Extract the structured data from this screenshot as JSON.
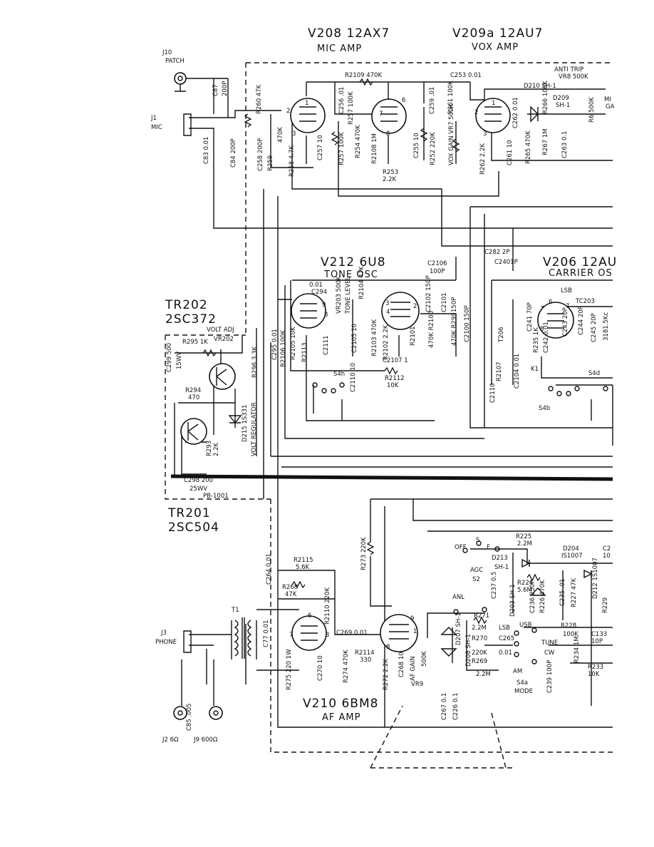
{
  "headings": {
    "v208_title": "V208 12AX7",
    "v208_sub": "MIC AMP",
    "v209_title": "V209a 12AU7",
    "v209_sub": "VOX AMP",
    "v212_title": "V212 6U8",
    "v212_sub": "TONE OSC",
    "v206_title": "V206 12AU",
    "v206_sub": "CARRIER OS",
    "tr202_title": "TR202",
    "tr202_type": "2SC372",
    "tr201_title": "TR201",
    "tr201_type": "2SC504",
    "v210_title": "V210 6BM8",
    "v210_sub": "AF AMP"
  },
  "connectors": {
    "j10": "J10",
    "patch": "PATCH",
    "j1": "J1",
    "mic": "MIC",
    "j3": "J3",
    "phone": "PHONE",
    "j2": "J2 6Ω",
    "j9": "J9 600Ω",
    "t1": "T1",
    "pb": "PB-1001"
  },
  "labels": {
    "r2109": "R2109 470K",
    "c253": "C253 0.01",
    "anti_trip": "ANTI TRIP",
    "vr8": "VR8 500K",
    "d210": "D210 SH-1",
    "d209": "D209",
    "sh1a": "SH-1",
    "mic_gain_a": "MI",
    "mic_gain_b": "GA",
    "r253": "R253",
    "r253v": "2.2K",
    "c294": "C294",
    "c294v": "0.01",
    "c2106": "C2106",
    "c2106v": "100P",
    "c282": "C282 2P",
    "c2401": "C2401P",
    "tc203": "TC203",
    "lsb_hand": "LSB",
    "k1": "K1",
    "s4b": "S4b",
    "s4d": "S4d",
    "c2107": "C2107 1",
    "r2112": "R2112",
    "r2112v": "10K",
    "s4h": "S4h",
    "volt_adj": "VOLT ADJ",
    "r295": "R295 1K",
    "vr202": "VR202",
    "r294": "R294",
    "r294v": "470",
    "c298": "C298 200",
    "c298v": "25WV",
    "r2115": "R2115",
    "r2115v": "5.6K",
    "r268": "R268",
    "r268v": "47K",
    "c269": "C269 0.01",
    "r2114": "R2114",
    "r2114v": "330",
    "anl": "ANL",
    "off": "OFF",
    "s": "S",
    "f": "F",
    "agc": "AGC",
    "s2": "S2",
    "d213": "D213",
    "sh1b": "SH-1",
    "r225": "R225",
    "r225v": "2.2M",
    "r224": "R224",
    "r224v": "5.6M",
    "d204": "D204",
    "d204v": "IS1007",
    "c2x": "C2",
    "c2xv": "10",
    "r271": "R271",
    "r271v": "2.2M",
    "r270": "R270",
    "r270v": "220K",
    "r269": "R269",
    "r269v": "2.2M",
    "lsb": "LSB",
    "c265": "C265",
    "c265v": "0.01",
    "usb": "USB",
    "tune": "TUNE",
    "cw": "CW",
    "am": "AM",
    "s4a": "S4a",
    "mode": "MODE",
    "r228": "R228",
    "r228v": "100K",
    "c133": "C133",
    "c133v": "10P",
    "r233": "R233",
    "r233v": "10K",
    "vr9": "VR9"
  },
  "vlabels": {
    "r260": "R260 47K",
    "c87": "C87",
    "c87v": "200P",
    "c83": "C83 0.01",
    "c84": "C84 200P",
    "c258": "C258 200P",
    "r259": "R259",
    "r259v": "470K",
    "r258": "R258 4.7K",
    "c257": "C257 10",
    "c256": "C256 .01",
    "r257": "R257 100K",
    "r257b": "R257 100K",
    "r254": "R254 470K",
    "r2108": "R2108 1M",
    "c255": "C255 10",
    "c259": "C259 .01",
    "r261": "R261 100K",
    "r252": "R252 220K",
    "vox_gain": "VOX GAIN VR7 500K",
    "r262": "R262 2.2K",
    "c261": "C261 10",
    "c262": "C262 0.01",
    "r265": "R265 470K",
    "r266": "R266 100K",
    "r267": "R267 1M",
    "c263": "C263 0.1",
    "r6": "R6 500K",
    "c295": "C295 0.01",
    "r2106": "R2106 100K",
    "r2105": "R2105 10K",
    "r2113": "R2113",
    "c2111": "C2111",
    "vr203": "VR203 500K",
    "vr203b": "TONE LEVEL",
    "r2104": "R2104 47K",
    "c2105": "C2105 10",
    "r2103": "R2103 470K",
    "r2102": "R2102 2.2K",
    "r2101": "R2101",
    "c2102": "C2102 150P",
    "c2101": "C2101",
    "c2101b": "150P",
    "r2100": "470K R2100",
    "r299": "470K R299",
    "c2100": "C2100 150P",
    "c2110": "C2110 10",
    "t206": "T206",
    "r2107": "R2107",
    "c2110b": "C2110",
    "c2104": "C2104 0.01",
    "c241": "C241 70P",
    "r235": "R235 1K",
    "c242": "C242 0.01",
    "c243": "C243 20P",
    "c244": "C244 20P",
    "c245": "C245 20P",
    "x3181": "3181.5Kc",
    "c299": "C299 500",
    "c299v": "15WV",
    "r296": "R296 3.3K",
    "d215": "D215 1S331",
    "volt_reg": "VOLT REGULATOR",
    "r293": "R293",
    "r293v": "2.2K",
    "c264": "C264 0.01",
    "r273": "R273 220K",
    "r2110": "R2110 220K",
    "c77": "C77 0.01",
    "r275": "R275 220 1W",
    "c270": "C270 10",
    "r274": "R274 470K",
    "c85": "C85 .005",
    "r272": "R272 2.2K",
    "c268": "C268 10",
    "af_gain": "AF GAIN",
    "vr9v": "500K",
    "c267": "C267 0.1",
    "c226": "C226 0.1",
    "d207": "D207 SH-1",
    "d208": "D208 SH-1",
    "c237": "C237 0.5",
    "d203": "D203 SH-1",
    "c236": "C236 250P",
    "r226": "R226 470K",
    "c235": "C235 .01",
    "r227": "R227 47K",
    "d212": "D212 1S1007",
    "r229": "R229",
    "c239": "C239 100P",
    "r234": "R234 1M"
  },
  "pins": {
    "p1": "1",
    "p2": "2",
    "p3": "3",
    "p4": "4",
    "p6": "6",
    "p7": "7",
    "p8": "8",
    "p9": "9"
  }
}
